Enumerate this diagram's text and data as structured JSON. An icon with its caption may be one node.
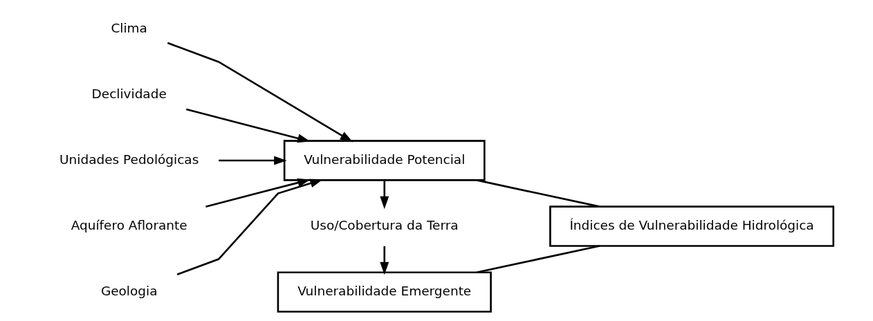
{
  "diagram": {
    "nodes": [
      {
        "text": [
          "Clima"
        ]
      },
      {
        "text": [
          "Declividade"
        ]
      },
      {
        "text": [
          "Unidades Pedológicas"
        ]
      },
      {
        "text": [
          "Aquífero Aflorante"
        ]
      },
      {
        "text": [
          "Geologia"
        ]
      },
      {
        "text": [
          "Vulnerabilidade Potencial"
        ]
      },
      {
        "text": [
          "Uso/Cobertura da Terra"
        ]
      },
      {
        "text": [
          "Vulnerabilidade Emergente"
        ]
      },
      {
        "text": [
          "Índices de Vulnerabilidade Hidrológica"
        ]
      }
    ],
    "edges": [
      {
        "from": 0,
        "to": 5,
        "arrow": "to"
      },
      {
        "from": 1,
        "to": 5,
        "arrow": "to"
      },
      {
        "from": 2,
        "to": 5,
        "arrow": "to"
      },
      {
        "from": 3,
        "to": 5,
        "arrow": "to"
      },
      {
        "from": 4,
        "to": 5,
        "arrow": "to"
      },
      {
        "from": 5,
        "to": 6,
        "arrow": "to"
      },
      {
        "from": 6,
        "to": 7,
        "arrow": "to"
      },
      {
        "from": 5,
        "to": 8,
        "arrow": "none"
      },
      {
        "from": 7,
        "to": 8,
        "arrow": "none"
      }
    ]
  }
}
